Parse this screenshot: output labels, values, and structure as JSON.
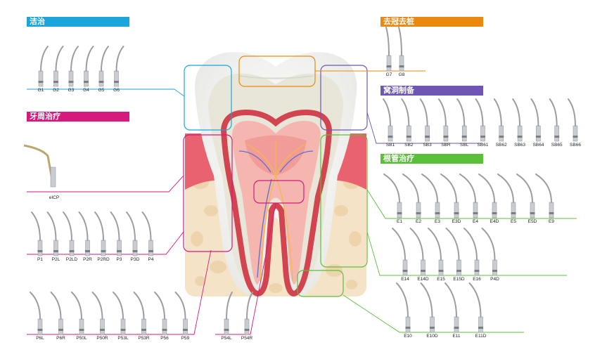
{
  "colors": {
    "clean": "#1aa6dc",
    "perio": "#d6197d",
    "crown": "#e98a0e",
    "cavity": "#6e56b4",
    "endo": "#5cbf3a",
    "gum": "#e8626f",
    "bone": "#f3dcb8",
    "pulp": "#f6b6b0",
    "enamel": "#f4f4f2"
  },
  "sections": {
    "clean": {
      "title": "洁治",
      "tips": [
        "G1",
        "G2",
        "G3",
        "G4",
        "G5",
        "G6"
      ]
    },
    "perio": {
      "title": "牙周治疗",
      "tip_single": "eICP",
      "tips_row1": [
        "P1",
        "P2L",
        "P2LD",
        "P2R",
        "P2RD",
        "P3",
        "P3D",
        "P4"
      ],
      "tips_row2": [
        "P6L",
        "P6R",
        "P50L",
        "P50R",
        "P53L",
        "P53R",
        "P56",
        "P59"
      ],
      "tips_row3": [
        "P54L",
        "P54R"
      ]
    },
    "crown": {
      "title": "去冠去桩",
      "tips": [
        "G7",
        "G8"
      ]
    },
    "cavity": {
      "title": "窝洞制备",
      "tips": [
        "SB1",
        "SB2",
        "SB3",
        "SBR",
        "SBL",
        "SB61",
        "SB62",
        "SB63",
        "SB64",
        "SB65",
        "SB66"
      ]
    },
    "endo": {
      "title": "根管治疗",
      "tips_row1": [
        "E1",
        "E2",
        "E3",
        "E3D",
        "E4",
        "E4D",
        "E5",
        "E5D",
        "E9"
      ],
      "tips_row2": [
        "E14",
        "E14D",
        "E15",
        "E15D",
        "E16",
        "P4D"
      ],
      "tips_row3": [
        "E10",
        "E10D",
        "E11",
        "E11D"
      ]
    }
  }
}
